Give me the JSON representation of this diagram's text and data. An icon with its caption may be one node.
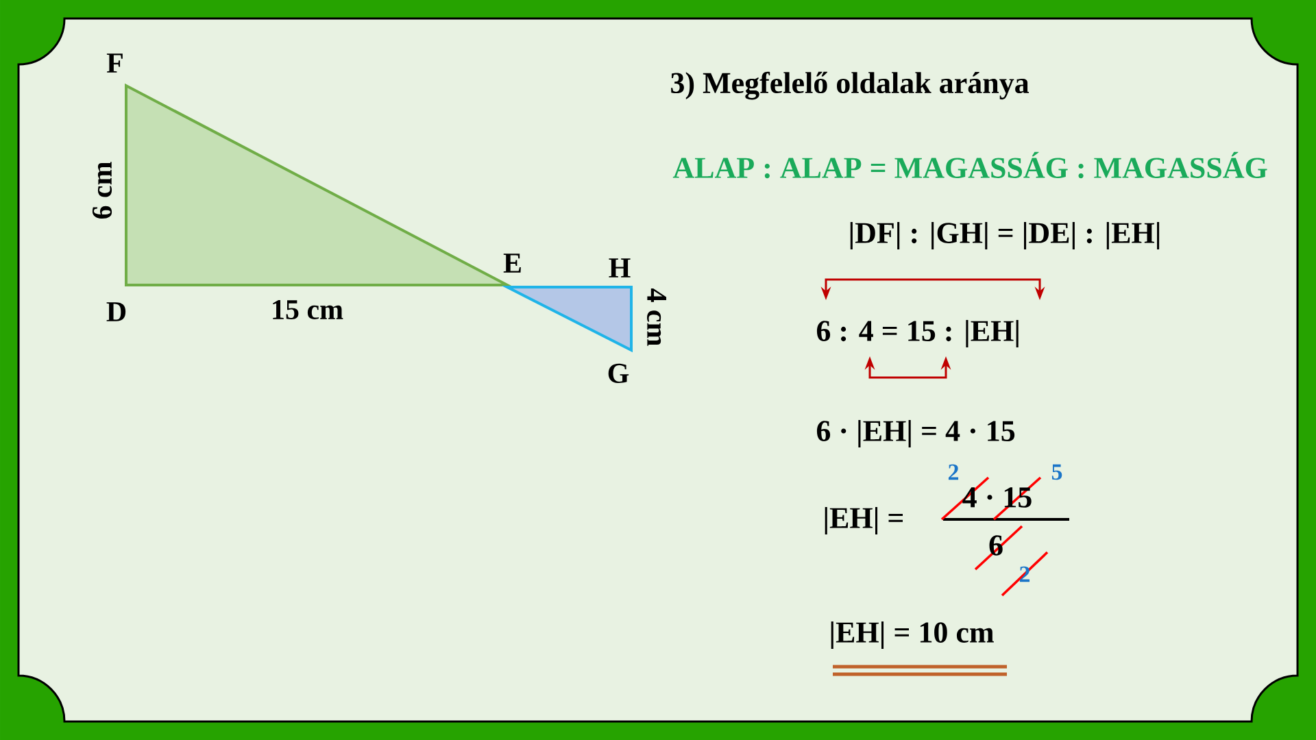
{
  "diagram": {
    "title": "3) Megfelelő oldalak aránya",
    "labels": [
      "F",
      "6 cm",
      "E",
      "H",
      "D",
      "15 cm",
      "4 cm",
      "G",
      "ALAP : ALAP = MAGASSÁG : MAGASSÁG",
      "|DF| : |GH| = |DE| : |EH|",
      "6 : 4 = 15 : |EH|",
      "6 · |EH| = 4 · 15",
      "|EH| =",
      "4 · 15",
      "6",
      "2",
      "5",
      "2",
      "|EH| = 10 cm"
    ]
  }
}
